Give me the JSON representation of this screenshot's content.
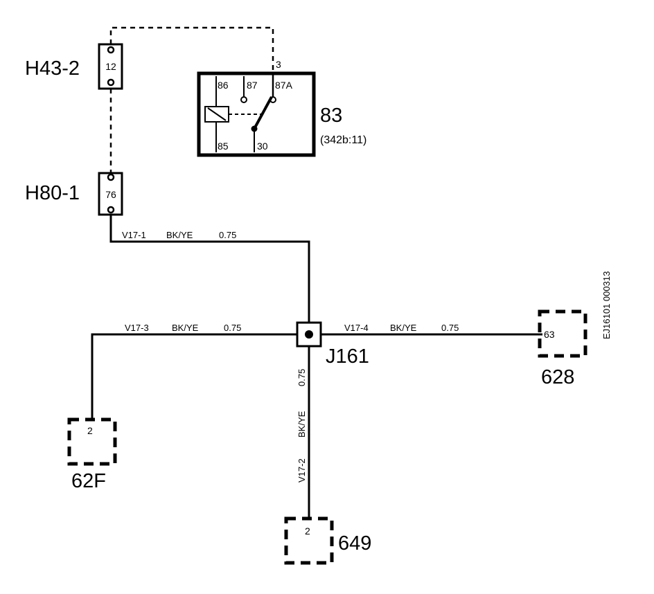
{
  "connectors": {
    "h43": {
      "name": "H43-2",
      "pin": "12"
    },
    "h80": {
      "name": "H80-1",
      "pin": "76"
    },
    "c62f": {
      "name": "62F",
      "pin": "2"
    },
    "c628": {
      "name": "628",
      "pin": "63"
    },
    "c649": {
      "name": "649",
      "pin": "2"
    }
  },
  "relay": {
    "name": "83",
    "ref": "(342b:11)",
    "pin_top": "3",
    "terminals": {
      "t86": "86",
      "t87": "87",
      "t87a": "87A",
      "t85": "85",
      "t30": "30"
    }
  },
  "junction": {
    "name": "J161"
  },
  "wires": {
    "v17_1": {
      "id": "V17-1",
      "color": "BK/YE",
      "size": "0.75"
    },
    "v17_2": {
      "id": "V17-2",
      "color": "BK/YE",
      "size": "0.75"
    },
    "v17_3": {
      "id": "V17-3",
      "color": "BK/YE",
      "size": "0.75"
    },
    "v17_4": {
      "id": "V17-4",
      "color": "BK/YE",
      "size": "0.75"
    }
  },
  "doc_id": "EJ16101 000313"
}
